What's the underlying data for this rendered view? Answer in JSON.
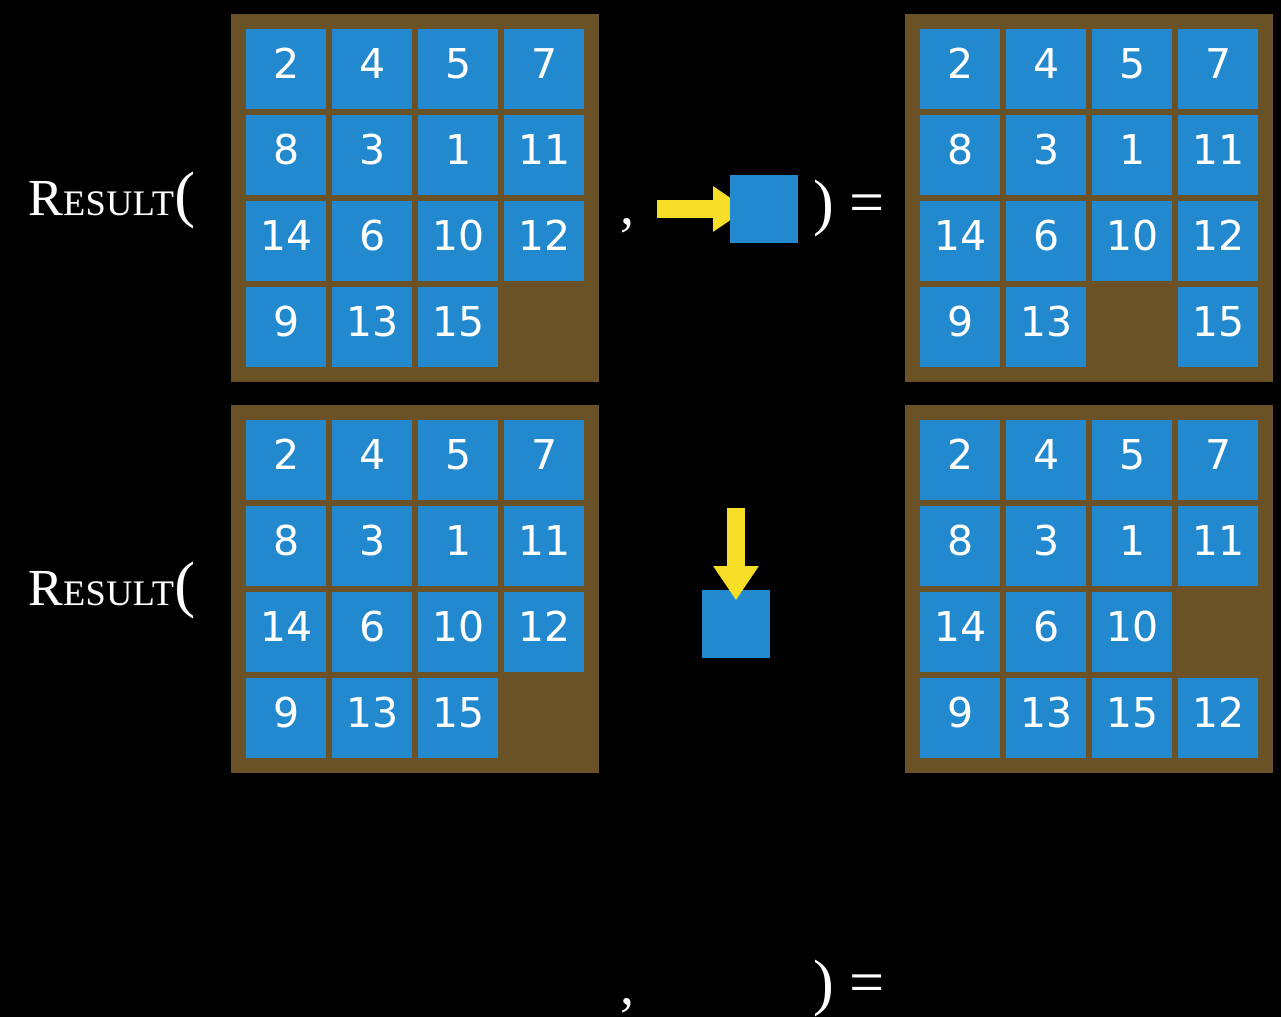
{
  "theme": {
    "background": "#000000",
    "board_color": "#6b5226",
    "tile_color": "#2389ce",
    "tile_text_color": "#ffffff",
    "arrow_color": "#f5dd28",
    "label_color": "#ffffff"
  },
  "equations": [
    {
      "label": "Result",
      "open_paren": "(",
      "separator": ",",
      "close_paren_equals": ") =",
      "action": {
        "icon": "arrow-right-icon",
        "direction": "right",
        "description": "move blank right"
      },
      "input_grid": {
        "rows": [
          [
            "2",
            "4",
            "5",
            "7"
          ],
          [
            "8",
            "3",
            "1",
            "11"
          ],
          [
            "14",
            "6",
            "10",
            "12"
          ],
          [
            "9",
            "13",
            "15",
            ""
          ]
        ]
      },
      "output_grid": {
        "rows": [
          [
            "2",
            "4",
            "5",
            "7"
          ],
          [
            "8",
            "3",
            "1",
            "11"
          ],
          [
            "14",
            "6",
            "10",
            "12"
          ],
          [
            "9",
            "13",
            "",
            "15"
          ]
        ]
      }
    },
    {
      "label": "Result",
      "open_paren": "(",
      "separator": ",",
      "close_paren_equals": ") =",
      "action": {
        "icon": "arrow-down-icon",
        "direction": "down",
        "description": "move blank down"
      },
      "input_grid": {
        "rows": [
          [
            "2",
            "4",
            "5",
            "7"
          ],
          [
            "8",
            "3",
            "1",
            "11"
          ],
          [
            "14",
            "6",
            "10",
            "12"
          ],
          [
            "9",
            "13",
            "15",
            ""
          ]
        ]
      },
      "output_grid": {
        "rows": [
          [
            "2",
            "4",
            "5",
            "7"
          ],
          [
            "8",
            "3",
            "1",
            "11"
          ],
          [
            "14",
            "6",
            "10",
            ""
          ],
          [
            "9",
            "13",
            "15",
            "12"
          ]
        ]
      }
    }
  ]
}
